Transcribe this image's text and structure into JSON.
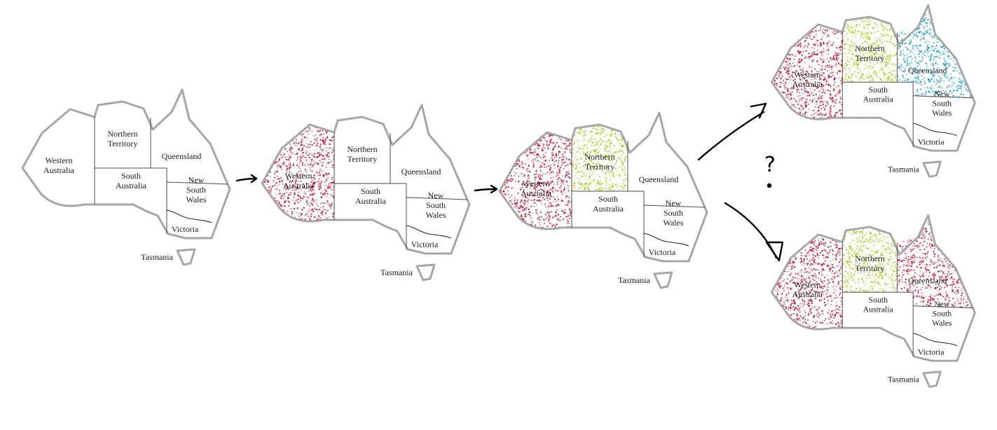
{
  "regions": {
    "wa": [
      "Western",
      "Australia"
    ],
    "nt": [
      "Northern",
      "Territory"
    ],
    "qld": [
      "Queensland"
    ],
    "sa": [
      "South",
      "Australia"
    ],
    "nsw": [
      "New",
      "South",
      "Wales"
    ],
    "vic": [
      "Victoria"
    ],
    "tas": [
      "Tasmania"
    ]
  },
  "colors": {
    "red": "#c8102e",
    "green": "#a8cc1c",
    "blue": "#1a9ed0"
  },
  "maps": [
    {
      "id": "map-1",
      "colors": {}
    },
    {
      "id": "map-2",
      "colors": {
        "wa": "red"
      }
    },
    {
      "id": "map-3",
      "colors": {
        "wa": "red",
        "nt": "green"
      }
    },
    {
      "id": "map-4",
      "colors": {
        "wa": "red",
        "nt": "green",
        "qld": "blue"
      }
    },
    {
      "id": "map-5",
      "colors": {
        "wa": "red",
        "nt": "green",
        "qld": "red"
      }
    }
  ],
  "question_mark": "?"
}
